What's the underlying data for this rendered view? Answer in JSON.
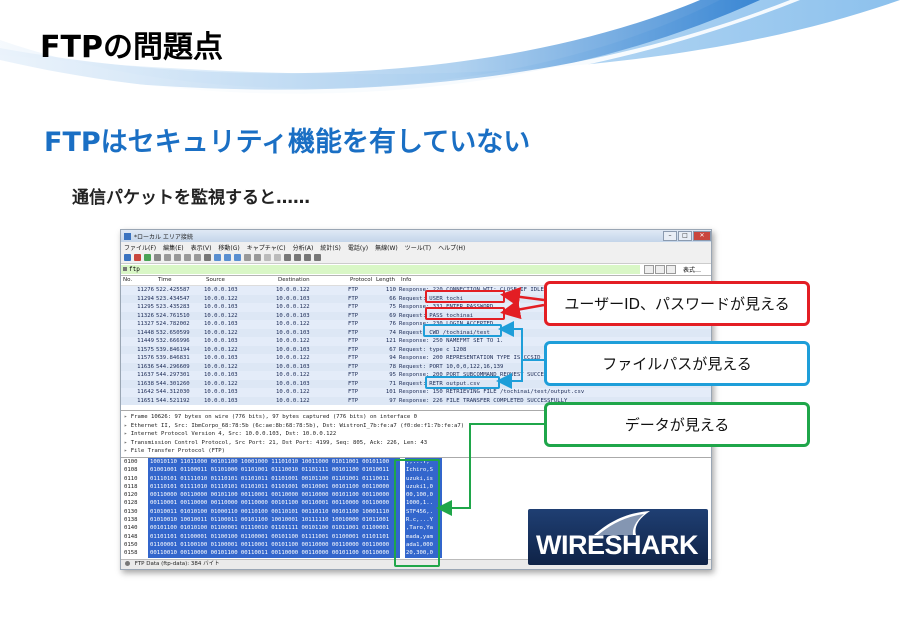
{
  "slide": {
    "title": "FTPの問題点",
    "subtitle": "FTPはセキュリティ機能を有していない",
    "lead": "通信パケットを監視すると……"
  },
  "window": {
    "title": "*ローカル エリア接続",
    "menu": [
      "ファイル(F)",
      "編集(E)",
      "表示(V)",
      "移動(G)",
      "キャプチャ(C)",
      "分析(A)",
      "統計(S)",
      "電話(y)",
      "無線(W)",
      "ツール(T)",
      "ヘルプ(H)"
    ],
    "filter_value": "ftp",
    "filter_expr": "表式…",
    "columns": [
      "No.",
      "Time",
      "Source",
      "Destination",
      "Protocol",
      "Length",
      "Info"
    ],
    "packets": [
      {
        "no": "11276",
        "time": "522.425587",
        "src": "10.0.0.103",
        "dst": "10.0.0.122",
        "proto": "FTP",
        "len": "110",
        "info": "Response: 220 CONNECTION WTI: CLOSE IF IDLE"
      },
      {
        "no": "11294",
        "time": "523.434547",
        "src": "10.0.0.122",
        "dst": "10.0.0.103",
        "proto": "FTP",
        "len": "66",
        "info": "Request: USER tochi"
      },
      {
        "no": "11295",
        "time": "523.435283",
        "src": "10.0.0.103",
        "dst": "10.0.0.122",
        "proto": "FTP",
        "len": "75",
        "info": "Response: 331 ENTER PASSWORD"
      },
      {
        "no": "11326",
        "time": "524.761510",
        "src": "10.0.0.122",
        "dst": "10.0.0.103",
        "proto": "FTP",
        "len": "69",
        "info": "Request: PASS tochinai"
      },
      {
        "no": "11327",
        "time": "524.782002",
        "src": "10.0.0.103",
        "dst": "10.0.0.122",
        "proto": "FTP",
        "len": "76",
        "info": "Response: 230 LOGIN ACCEPTED"
      },
      {
        "no": "11448",
        "time": "532.650599",
        "src": "10.0.0.122",
        "dst": "10.0.0.103",
        "proto": "FTP",
        "len": "74",
        "info": "Request: CWD /tochinai/test"
      },
      {
        "no": "11449",
        "time": "532.666996",
        "src": "10.0.0.103",
        "dst": "10.0.0.122",
        "proto": "FTP",
        "len": "121",
        "info": "Response: 250 NAMEFMT SET TO 1."
      },
      {
        "no": "11575",
        "time": "539.846194",
        "src": "10.0.0.122",
        "dst": "10.0.0.103",
        "proto": "FTP",
        "len": "67",
        "info": "Request: type c 1208"
      },
      {
        "no": "11576",
        "time": "539.846831",
        "src": "10.0.0.103",
        "dst": "10.0.0.122",
        "proto": "FTP",
        "len": "94",
        "info": "Response: 200 REPRESENTATION TYPE IS CCSID"
      },
      {
        "no": "11636",
        "time": "544.296609",
        "src": "10.0.0.122",
        "dst": "10.0.0.103",
        "proto": "FTP",
        "len": "78",
        "info": "Request: PORT 10,0,0,122,16,139"
      },
      {
        "no": "11637",
        "time": "544.297301",
        "src": "10.0.0.103",
        "dst": "10.0.0.122",
        "proto": "FTP",
        "len": "95",
        "info": "Response: 200 PORT SUBCOMMAND REQUEST SUCCESSFUL"
      },
      {
        "no": "11638",
        "time": "544.301260",
        "src": "10.0.0.122",
        "dst": "10.0.0.103",
        "proto": "FTP",
        "len": "71",
        "info": "Request: RETR output.csv"
      },
      {
        "no": "11642",
        "time": "544.312030",
        "src": "10.0.0.103",
        "dst": "10.0.0.122",
        "proto": "FTP",
        "len": "101",
        "info": "Response: 150 RETRIEVING FILE /tochinai/test/output.csv"
      },
      {
        "no": "11651",
        "time": "544.521192",
        "src": "10.0.0.103",
        "dst": "10.0.0.122",
        "proto": "FTP",
        "len": "97",
        "info": "Response: 226 FILE TRANSFER COMPLETED SUCCESSFULLY"
      }
    ],
    "details": [
      "Frame 10626: 97 bytes on wire (776 bits), 97 bytes captured (776 bits) on interface 0",
      "Ethernet II, Src: IbmCorpo_68:78:5b (6c:ae:8b:68:78:5b), Dst: WistronI_7b:fe:a7 (f0:de:f1:7b:fe:a7)",
      "Internet Protocol Version 4, Src: 10.0.0.103, Dst: 10.0.0.122",
      "Transmission Control Protocol, Src Port: 21, Dst Port: 4199, Seq: 805, Ack: 226, Len: 43",
      "File Transfer Protocol (FTP)"
    ],
    "hex": [
      {
        "off": "0100",
        "bits": "10010110 11011000 00101100 10001000 11101010 10011000 01011001 00101100",
        "asc": ",,...Y,"
      },
      {
        "off": "0108",
        "bits": "01001001 01100011 01101000 01101001 01110010 01101111 00101100 01010011",
        "asc": "Ichiro,S"
      },
      {
        "off": "0110",
        "bits": "01110101 01111010 01110101 01101011 01101001 00101100 01101001 01110011",
        "asc": "uzuki,is"
      },
      {
        "off": "0118",
        "bits": "01110101 01111010 01110101 01101011 01101001 00110001 00101100 00110000",
        "asc": "uzuki1,0"
      },
      {
        "off": "0120",
        "bits": "00110000 00110000 00101100 00110001 00110000 00110000 00101100 00110000",
        "asc": "00,100,0"
      },
      {
        "off": "0128",
        "bits": "00110001 00110000 00110000 00110000 00101100 00110001 00110000 00110000",
        "asc": "1000,1.."
      },
      {
        "off": "0130",
        "bits": "01010011 01010100 01000110 00110100 00110101 00110110 00101100 10001110",
        "asc": "STF456,."
      },
      {
        "off": "0138",
        "bits": "01010010 10010011 01100011 00101100 10010001 10111110 10010000 01011001",
        "asc": "R.c,...Y"
      },
      {
        "off": "0140",
        "bits": "00101100 01010100 01100001 01110010 01101111 00101100 01011001 01100001",
        "asc": ",Taro,Ya"
      },
      {
        "off": "0148",
        "bits": "01101101 01100001 01100100 01100001 00101100 01111001 01100001 01101101",
        "asc": "mada,yam"
      },
      {
        "off": "0150",
        "bits": "01100001 01100100 01100001 00110001 00101100 00110000 00110000 00110000",
        "asc": "ada1,000"
      },
      {
        "off": "0158",
        "bits": "00110010 00110000 00101100 00110011 00110000 00110000 00101100 00110000",
        "asc": "20,300,0"
      }
    ],
    "status": "FTP Data (ftp-data): 384 バイト"
  },
  "logo_text": "WIRESHARK",
  "callouts": {
    "credentials": "ユーザーID、パスワードが見える",
    "filepath": "ファイルパスが見える",
    "data": "データが見える"
  },
  "colors": {
    "title_blue": "#1a6fc4",
    "red": "#e31e24",
    "blue": "#1e9ed9",
    "green": "#1fa64a"
  }
}
